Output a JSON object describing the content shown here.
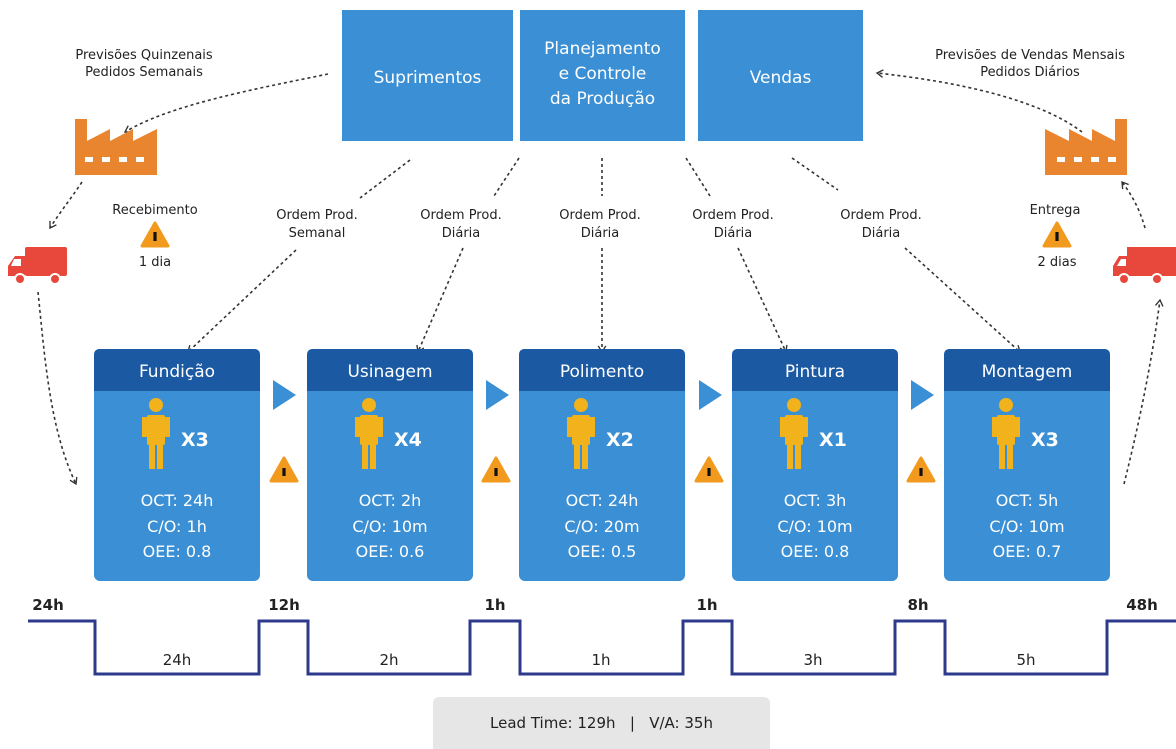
{
  "top_boxes": {
    "supply": [
      "Suprimentos"
    ],
    "pcp": [
      "Planejamento",
      "e Controle",
      "da Produção"
    ],
    "sales": [
      "Vendas"
    ]
  },
  "supplier_info": [
    "Previsões Quinzenais",
    "Pedidos Semanais"
  ],
  "customer_info": [
    "Previsões de Vendas Mensais",
    "Pedidos Diários"
  ],
  "receiving": {
    "label": "Recebimento",
    "time": "1 dia"
  },
  "delivery": {
    "label": "Entrega",
    "time": "2 dias"
  },
  "orders": [
    [
      "Ordem Prod.",
      "Semanal"
    ],
    [
      "Ordem Prod.",
      "Diária"
    ],
    [
      "Ordem Prod.",
      "Diária"
    ],
    [
      "Ordem Prod.",
      "Diária"
    ],
    [
      "Ordem Prod.",
      "Diária"
    ]
  ],
  "processes": [
    {
      "name": "Fundição",
      "operators": "X3",
      "oct": "OCT: 24h",
      "co": "C/O: 1h",
      "oee": "OEE: 0.8"
    },
    {
      "name": "Usinagem",
      "operators": "X4",
      "oct": "OCT: 2h",
      "co": "C/O: 10m",
      "oee": "OEE: 0.6"
    },
    {
      "name": "Polimento",
      "operators": "X2",
      "oct": "OCT: 24h",
      "co": "C/O: 20m",
      "oee": "OEE: 0.5"
    },
    {
      "name": "Pintura",
      "operators": "X1",
      "oct": "OCT: 3h",
      "co": "C/O: 10m",
      "oee": "OEE: 0.8"
    },
    {
      "name": "Montagem",
      "operators": "X3",
      "oct": "OCT: 5h",
      "co": "C/O: 10m",
      "oee": "OEE: 0.7"
    }
  ],
  "timeline": {
    "wait_times": [
      "24h",
      "12h",
      "1h",
      "1h",
      "8h",
      "48h"
    ],
    "process_times": [
      "24h",
      "2h",
      "1h",
      "3h",
      "5h"
    ]
  },
  "summary": {
    "lead_time": "Lead Time: 129h",
    "separator": "|",
    "va": "V/A: 35h"
  },
  "colors": {
    "box_blue": "#3b8fd4",
    "header_blue": "#1b5aa3",
    "arrow_blue": "#3b8fd4",
    "operator_yellow": "#f2b21b",
    "warning_orange": "#f29a1e",
    "factory_orange": "#e8852e",
    "truck_red": "#e8483b",
    "timeline_navy": "#2d3a8c"
  }
}
